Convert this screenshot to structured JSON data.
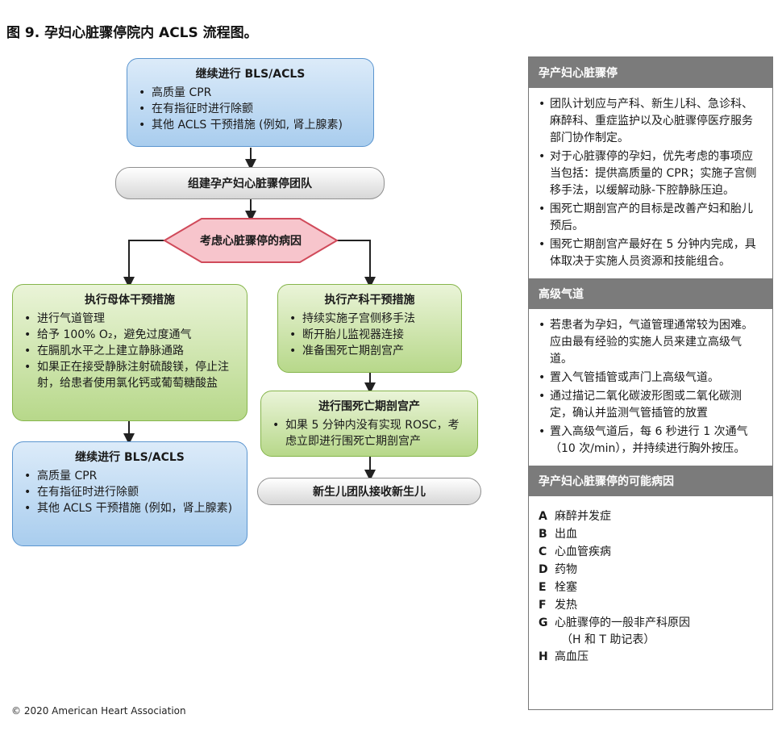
{
  "figure_title": "图 9. 孕妇心脏骤停院内 ACLS 流程图。",
  "flow": {
    "top_box": {
      "title": "继续进行 BLS/ACLS",
      "items": [
        "高质量 CPR",
        "在有指征时进行除颤",
        "其他 ACLS 干预措施 (例如, 肾上腺素)"
      ]
    },
    "team_box": "组建孕产妇心脏骤停团队",
    "diamond": "考虑心脏骤停的病因",
    "maternal_box": {
      "title": "执行母体干预措施",
      "items": [
        "进行气道管理",
        "给予 100% O₂，避免过度通气",
        "在膈肌水平之上建立静脉通路",
        "如果正在接受静脉注射硫酸镁，停止注射，给患者使用氯化钙或葡萄糖酸盐"
      ]
    },
    "bottom_left_box": {
      "title": "继续进行 BLS/ACLS",
      "items": [
        "高质量 CPR",
        "在有指征时进行除颤",
        "其他 ACLS 干预措施 (例如，肾上腺素)"
      ]
    },
    "obstetric_box": {
      "title": "执行产科干预措施",
      "items": [
        "持续实施子宫侧移手法",
        "断开胎儿监视器连接",
        "准备围死亡期剖宫产"
      ]
    },
    "cesarean_box": {
      "title": "进行围死亡期剖宫产",
      "items": [
        "如果 5 分钟内没有实现 ROSC，考虑立即进行围死亡期剖宫产"
      ]
    },
    "neonatal_box": "新生儿团队接收新生儿"
  },
  "copyright": "© 2020 American Heart Association",
  "panel": {
    "sections": [
      {
        "header": "孕产妇心脏骤停",
        "items": [
          "团队计划应与产科、新生儿科、急诊科、麻醉科、重症监护以及心脏骤停医疗服务部门协作制定。",
          "对于心脏骤停的孕妇，优先考虑的事项应当包括：提供高质量的 CPR；实施子宫侧移手法，以缓解动脉-下腔静脉压迫。",
          "围死亡期剖宫产的目标是改善产妇和胎儿预后。",
          "围死亡期剖宫产最好在 5 分钟内完成，具体取决于实施人员资源和技能组合。"
        ]
      },
      {
        "header": "高级气道",
        "items": [
          "若患者为孕妇，气道管理通常较为困难。应由最有经验的实施人员来建立高级气道。",
          "置入气管插管或声门上高级气道。",
          "通过描记二氧化碳波形图或二氧化碳测定，确认并监测气管插管的放置",
          "置入高级气道后，每 6 秒进行 1 次通气（10 次/min），并持续进行胸外按压。"
        ]
      }
    ],
    "causes": {
      "header": "孕产妇心脏骤停的可能病因",
      "items": [
        {
          "letter": "A",
          "text": "麻醉并发症"
        },
        {
          "letter": "B",
          "text": "出血"
        },
        {
          "letter": "C",
          "text": "心血管疾病"
        },
        {
          "letter": "D",
          "text": "药物"
        },
        {
          "letter": "E",
          "text": "栓塞"
        },
        {
          "letter": "F",
          "text": "发热"
        },
        {
          "letter": "G",
          "text": "心脏骤停的一般非产科原因",
          "sub": "（H 和 T 助记表）"
        },
        {
          "letter": "H",
          "text": "高血压"
        }
      ]
    }
  },
  "colors": {
    "blue_fill": "#a9cdee",
    "green_fill": "#b7d88a",
    "diamond_fill": "#f7c5cc",
    "diamond_stroke": "#d04a5a",
    "panel_header": "#7b7b7b"
  }
}
